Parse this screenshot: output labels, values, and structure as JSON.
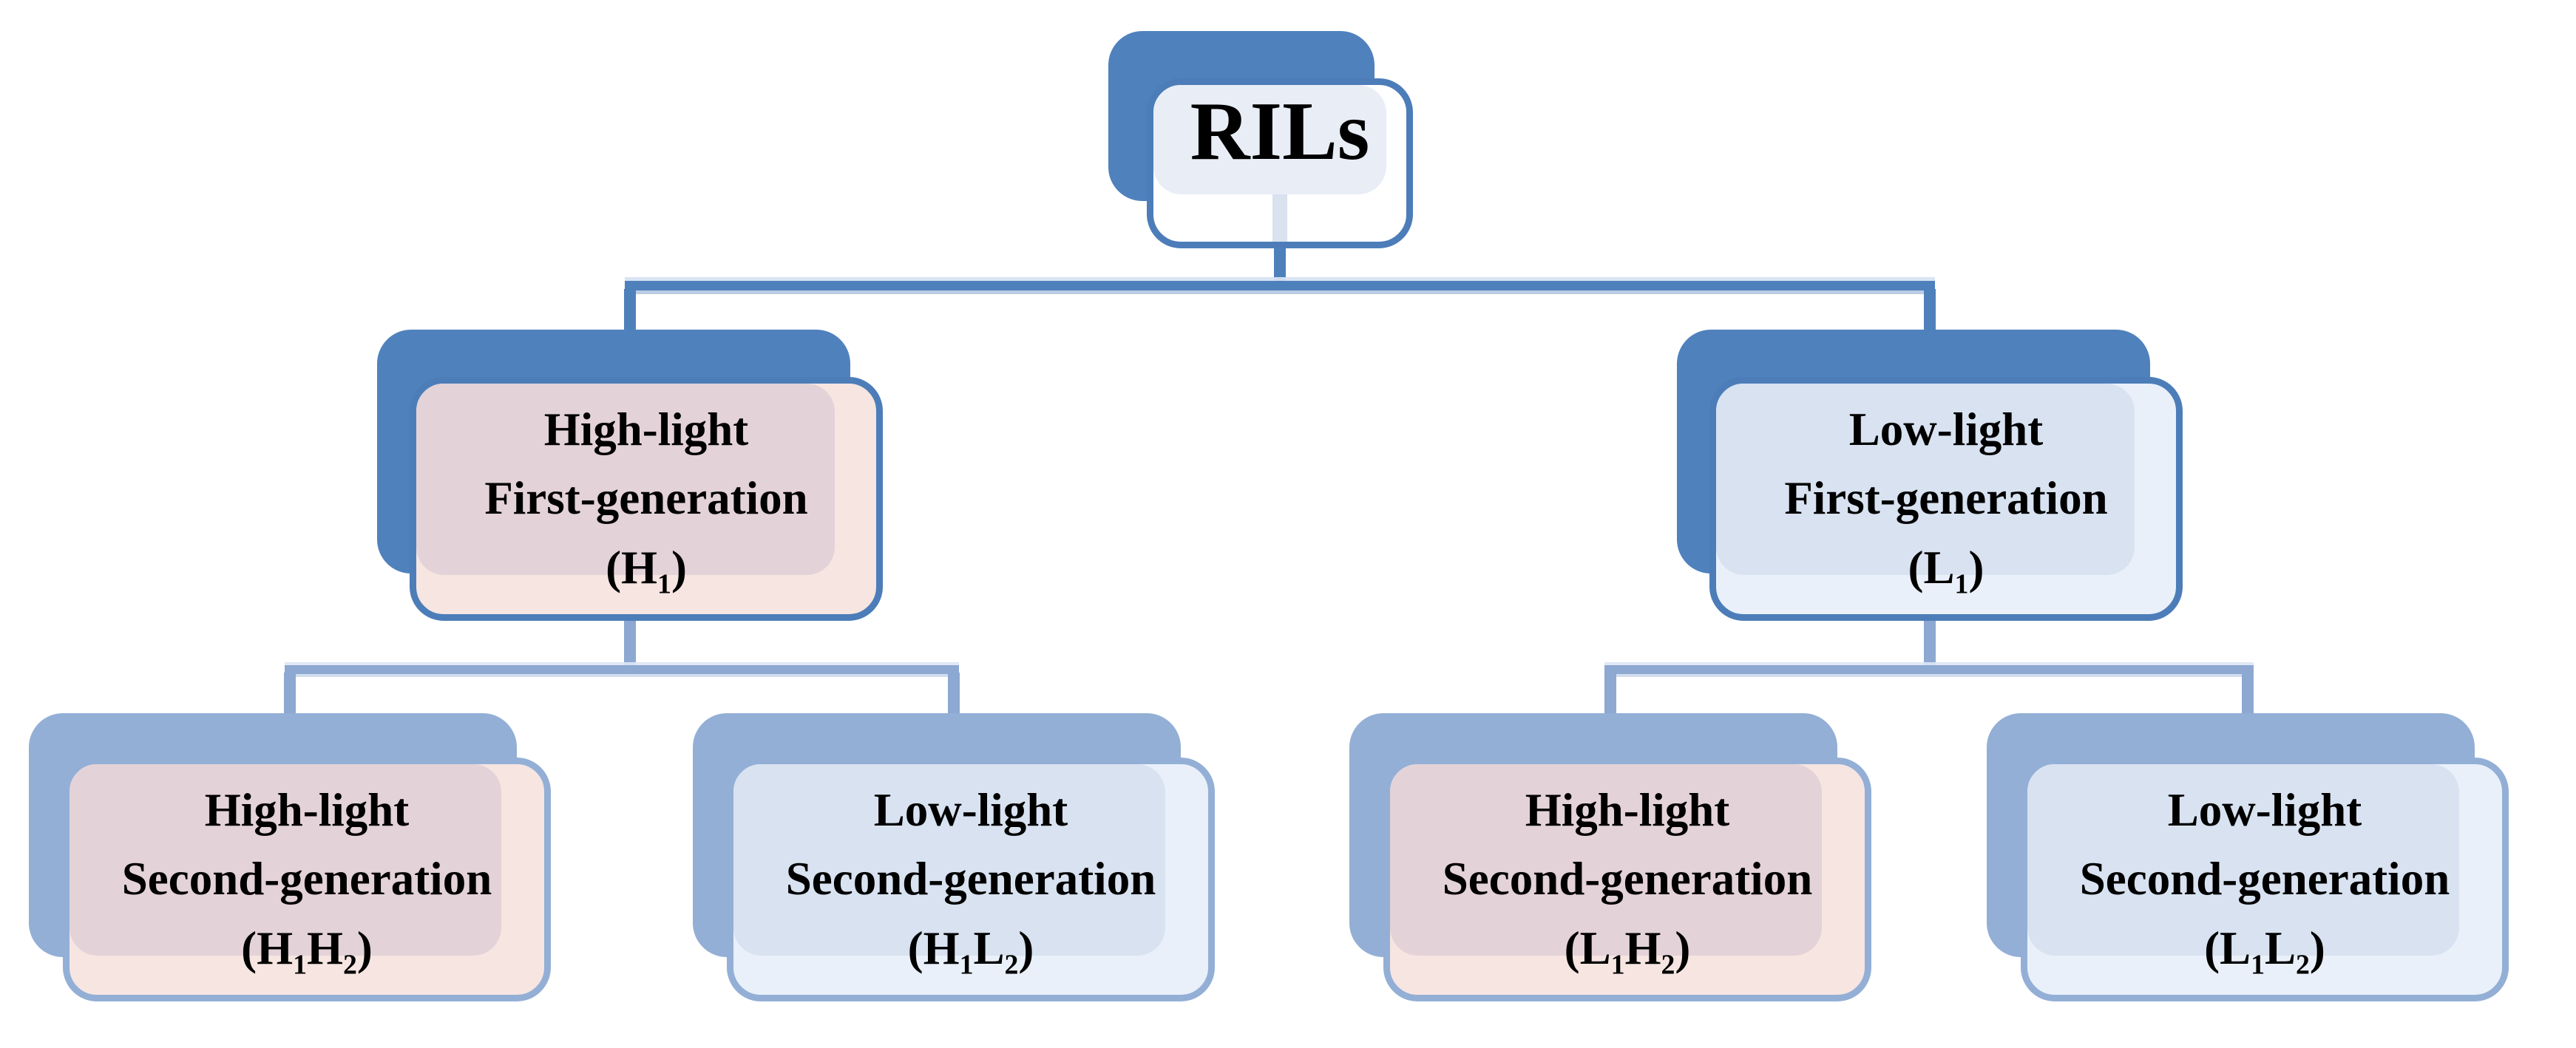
{
  "figure": {
    "background": "#ffffff"
  },
  "palette": {
    "accent_strong": "#4e80bc",
    "accent_light": "#8da8d1",
    "card_back_strong": "#4f81bd",
    "card_back_light": "#93afd6",
    "high_light_panel": "#e3d2d7",
    "high_light_margin": "#f6e5e1",
    "low_light_panel": "#d8e2f0",
    "low_light_margin": "#e9f0f9",
    "root_panel": "#e9edf6",
    "root_margin": "#ffffff",
    "text": "#000000"
  },
  "tree": {
    "root": {
      "label": "RILs"
    },
    "level1": [
      {
        "lines": [
          "High-light",
          "First-generation"
        ],
        "code": [
          {
            "t": "(H"
          },
          {
            "s": "1"
          },
          {
            "t": ")"
          }
        ]
      },
      {
        "lines": [
          "Low-light",
          "First-generation"
        ],
        "code": [
          {
            "t": "(L"
          },
          {
            "s": "1"
          },
          {
            "t": ")"
          }
        ]
      }
    ],
    "level2": [
      {
        "lines": [
          "High-light",
          "Second-generation"
        ],
        "code": [
          {
            "t": "(H"
          },
          {
            "s": "1"
          },
          {
            "t": "H"
          },
          {
            "s": "2"
          },
          {
            "t": ")"
          }
        ]
      },
      {
        "lines": [
          "Low-light",
          "Second-generation"
        ],
        "code": [
          {
            "t": "(H"
          },
          {
            "s": "1"
          },
          {
            "t": "L"
          },
          {
            "s": "2"
          },
          {
            "t": ")"
          }
        ]
      },
      {
        "lines": [
          "High-light",
          "Second-generation"
        ],
        "code": [
          {
            "t": "(L"
          },
          {
            "s": "1"
          },
          {
            "t": "H"
          },
          {
            "s": "2"
          },
          {
            "t": ")"
          }
        ]
      },
      {
        "lines": [
          "Low-light",
          "Second-generation"
        ],
        "code": [
          {
            "t": "(L"
          },
          {
            "s": "1"
          },
          {
            "t": "L"
          },
          {
            "s": "2"
          },
          {
            "t": ")"
          }
        ]
      }
    ]
  }
}
